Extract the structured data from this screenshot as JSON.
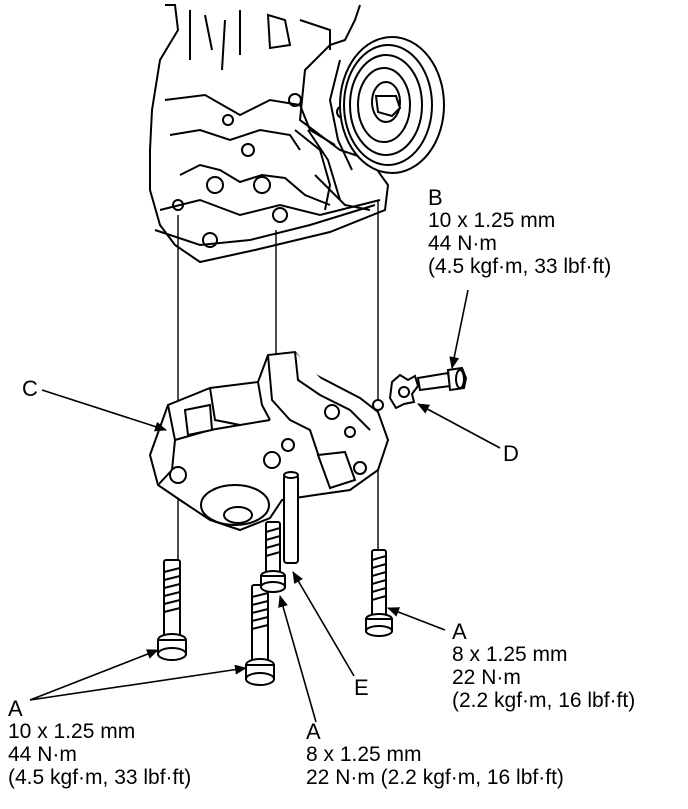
{
  "callouts": {
    "b": {
      "letter": "B",
      "size": "10 x 1.25 mm",
      "torque": "44 N·m",
      "alt": "(4.5 kgf·m, 33 lbf·ft)"
    },
    "c": {
      "letter": "C"
    },
    "d": {
      "letter": "D"
    },
    "e": {
      "letter": "E"
    },
    "a_right": {
      "letter": "A",
      "size": "8 x 1.25 mm",
      "torque": "22 N·m",
      "alt": "(2.2 kgf·m, 16 lbf·ft)"
    },
    "a_left": {
      "letter": "A",
      "size": "10 x 1.25 mm",
      "torque": "44 N·m",
      "alt": "(4.5 kgf·m, 33 lbf·ft)"
    },
    "a_bottom": {
      "letter": "A",
      "size": "8 x 1.25 mm",
      "line": "22 N·m (2.2 kgf·m, 16 lbf·ft)"
    }
  }
}
